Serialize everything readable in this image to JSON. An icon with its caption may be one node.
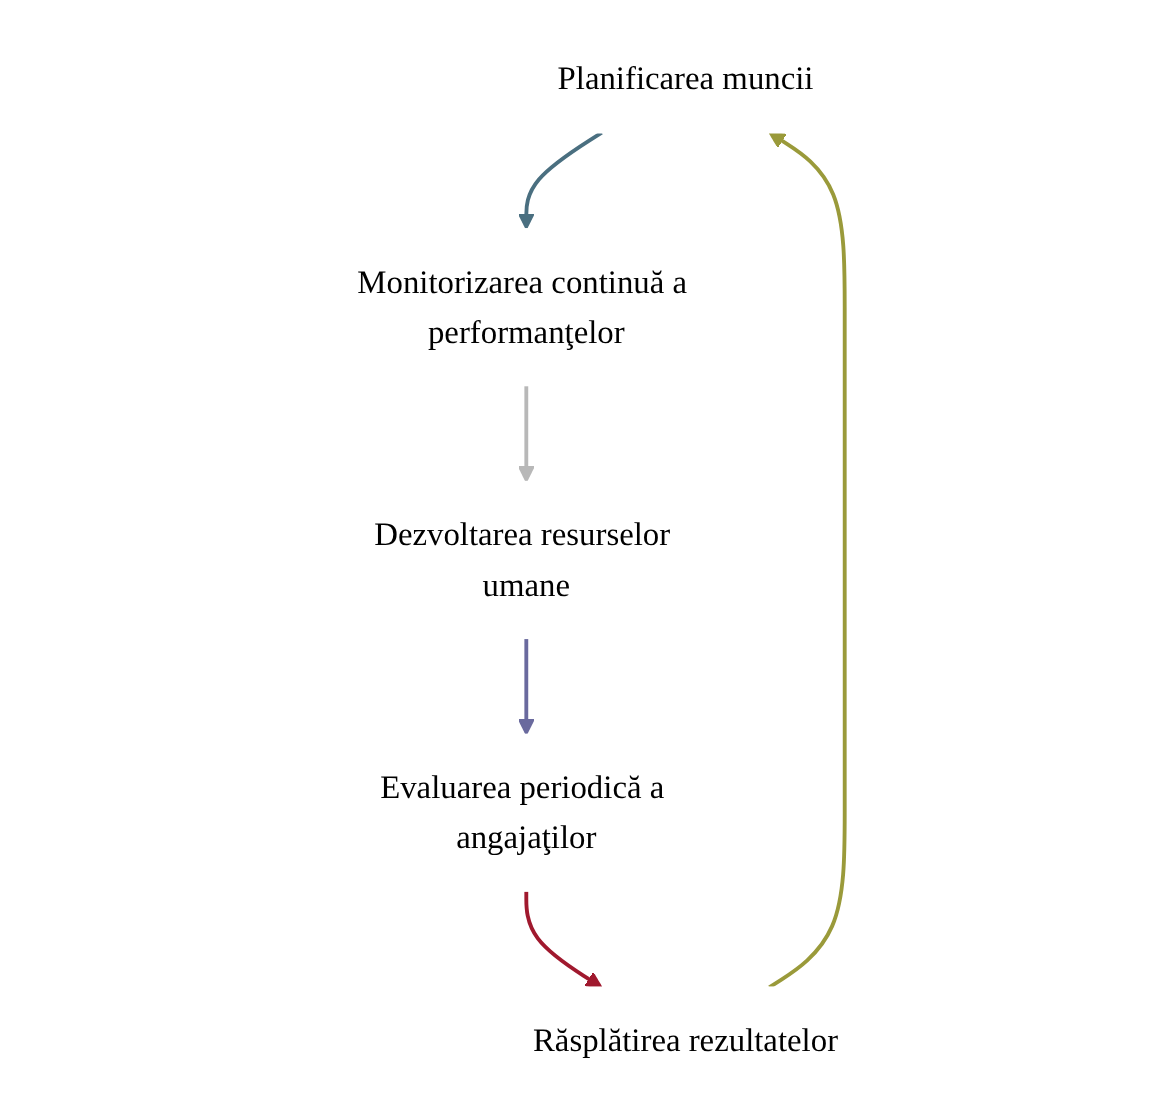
{
  "diagram": {
    "nodes": [
      {
        "text": [
          "Planificarea muncii"
        ]
      },
      {
        "text": [
          "Monitorizarea continuă a performanţelor"
        ]
      },
      {
        "text": [
          "Dezvoltarea resurselor umane"
        ]
      },
      {
        "text": [
          "Evaluarea periodică a angajaţilor"
        ]
      },
      {
        "text": [
          "Răsplătirea rezultatelor"
        ]
      }
    ],
    "edges": [
      {
        "from": 0,
        "to": 1,
        "arrow": "to",
        "color": "#4a6f80"
      },
      {
        "from": 1,
        "to": 2,
        "arrow": "to",
        "color": "#b8b8b8"
      },
      {
        "from": 2,
        "to": 3,
        "arrow": "to",
        "color": "#6a6a9e"
      },
      {
        "from": 3,
        "to": 4,
        "arrow": "to",
        "color": "#a0192e"
      },
      {
        "from": 4,
        "to": 0,
        "arrow": "to",
        "color": "#9a9a3a"
      }
    ]
  }
}
